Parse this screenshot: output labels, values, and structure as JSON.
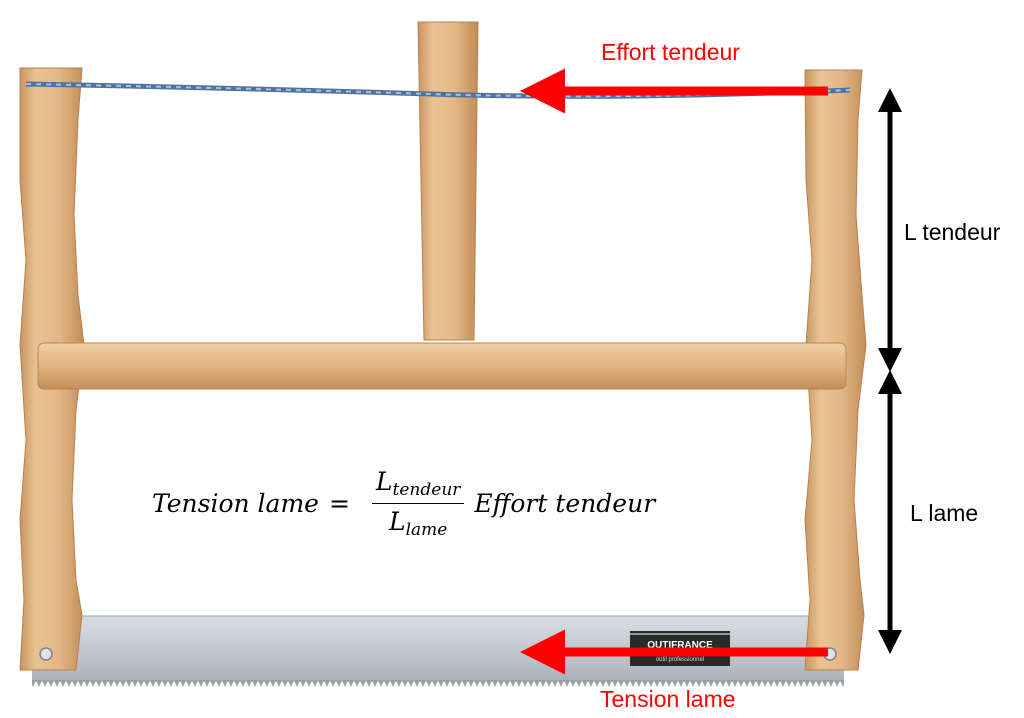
{
  "labels": {
    "effort_tendeur": "Effort tendeur",
    "tension_lame": "Tension lame",
    "l_tendeur": "L tendeur",
    "l_lame": "L lame"
  },
  "formula": {
    "lhs": "Tension lame",
    "equals": "=",
    "num_main": "L",
    "num_sub": "tendeur",
    "den_main": "L",
    "den_sub": "lame",
    "rhs": "Effort tendeur"
  },
  "blade_brand": {
    "name": "OUTIFRANCE",
    "tagline": "outil professionnel"
  },
  "colors": {
    "arrow": "#ff0000",
    "wood": "#e2b886",
    "wood_dark": "#c8955e",
    "blade": "#c6ccd2",
    "rope": "#5d7ea6",
    "dimension": "#000000"
  }
}
